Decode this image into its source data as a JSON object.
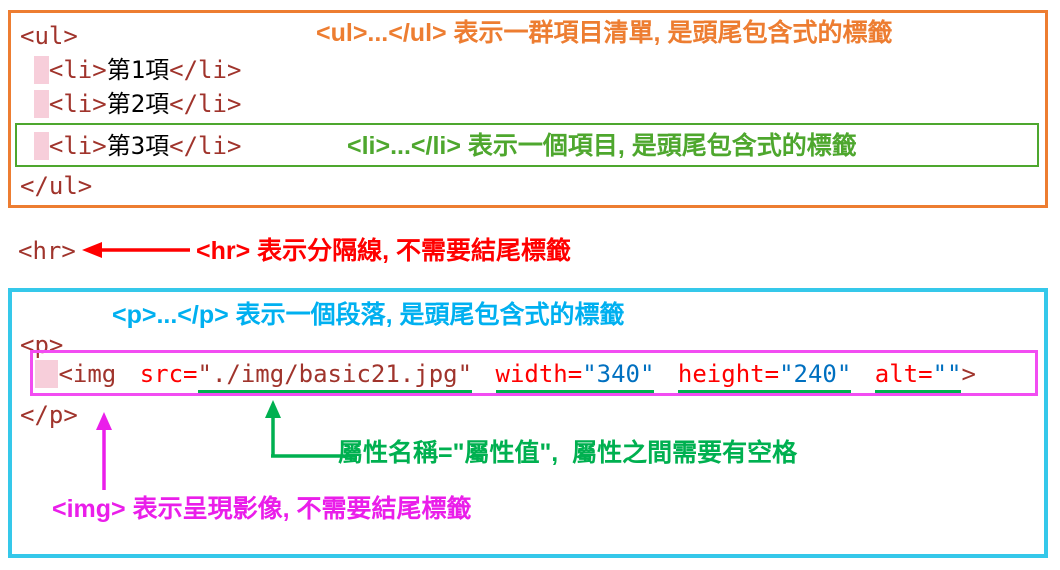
{
  "colors": {
    "orange": "#ED7D31",
    "green-box": "#4EA72E",
    "green-bright": "#00B050",
    "red": "#FF0000",
    "cyan": "#35C8EA",
    "blue": "#00B0F0",
    "magenta": "#EA1EEA",
    "magenta-border": "#F24DF2",
    "code-tag": "#A0342C",
    "code-attr": "#FF0000",
    "code-val": "#0070C0",
    "code-text": "#000000",
    "pink": "#F7CEDA"
  },
  "ul_section": {
    "code": {
      "ul_open": "<ul>",
      "ul_close": "</ul>",
      "indent_plain": " ",
      "indent_mark": " ",
      "items": [
        {
          "open": "<li>",
          "text": "第1項",
          "close": "</li>"
        },
        {
          "open": "<li>",
          "text": "第2項",
          "close": "</li>"
        },
        {
          "open": "<li>",
          "text": "第3項",
          "close": "</li>"
        }
      ]
    },
    "ul_note": "<ul>...</ul> 表示一群項目清單, 是頭尾包含式的標籤",
    "li_note": "<li>...</li> 表示一個項目, 是頭尾包含式的標籤"
  },
  "hr_section": {
    "code": "<hr>",
    "note": "<hr> 表示分隔線, 不需要結尾標籤"
  },
  "p_section": {
    "p_note": "<p>...</p> 表示一個段落, 是頭尾包含式的標籤",
    "p_open": "<p>",
    "p_close": "</p>",
    "indent_mark": " ",
    "img_code": {
      "tag_open": "<img",
      "sp1": " ",
      "attr_src": "src=",
      "val_src": "\"./img/basic21.jpg\"",
      "sp2": " ",
      "attr_width": "width=",
      "val_width": "\"340\"",
      "sp3": " ",
      "attr_height": "height=",
      "val_height": "\"240\"",
      "sp4": " ",
      "attr_alt": "alt=",
      "val_alt": "\"\"",
      "tag_close": ">"
    },
    "attr_note": "屬性名稱=\"屬性值\",  屬性之間需要有空格",
    "img_note": "<img> 表示呈現影像, 不需要結尾標籤"
  }
}
